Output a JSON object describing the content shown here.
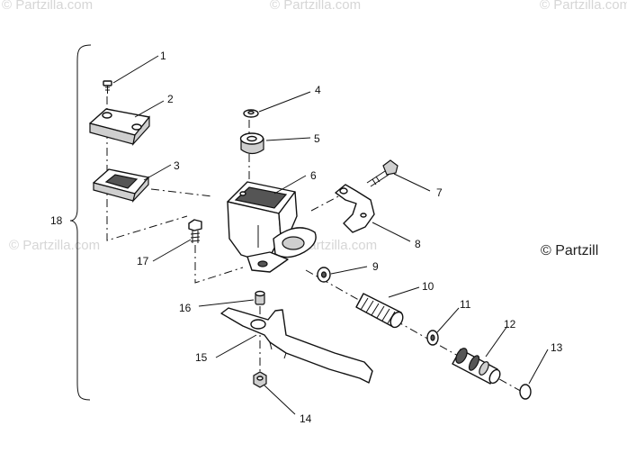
{
  "watermarks": {
    "top_left": "© Partzilla.com",
    "top_mid": "© Partzilla.com",
    "top_right": "© Partzilla.com",
    "mid_left": "© Partzilla.com",
    "center": "© Partzilla.com",
    "right_edge": "© Partzill"
  },
  "callouts": [
    {
      "id": "1",
      "label": "1"
    },
    {
      "id": "2",
      "label": "2"
    },
    {
      "id": "3",
      "label": "3"
    },
    {
      "id": "4",
      "label": "4"
    },
    {
      "id": "5",
      "label": "5"
    },
    {
      "id": "6",
      "label": "6"
    },
    {
      "id": "7",
      "label": "7"
    },
    {
      "id": "8",
      "label": "8"
    },
    {
      "id": "9",
      "label": "9"
    },
    {
      "id": "10",
      "label": "10"
    },
    {
      "id": "11",
      "label": "11"
    },
    {
      "id": "12",
      "label": "12"
    },
    {
      "id": "13",
      "label": "13"
    },
    {
      "id": "14",
      "label": "14"
    },
    {
      "id": "15",
      "label": "15"
    },
    {
      "id": "16",
      "label": "16"
    },
    {
      "id": "17",
      "label": "17"
    },
    {
      "id": "18",
      "label": "18"
    }
  ]
}
